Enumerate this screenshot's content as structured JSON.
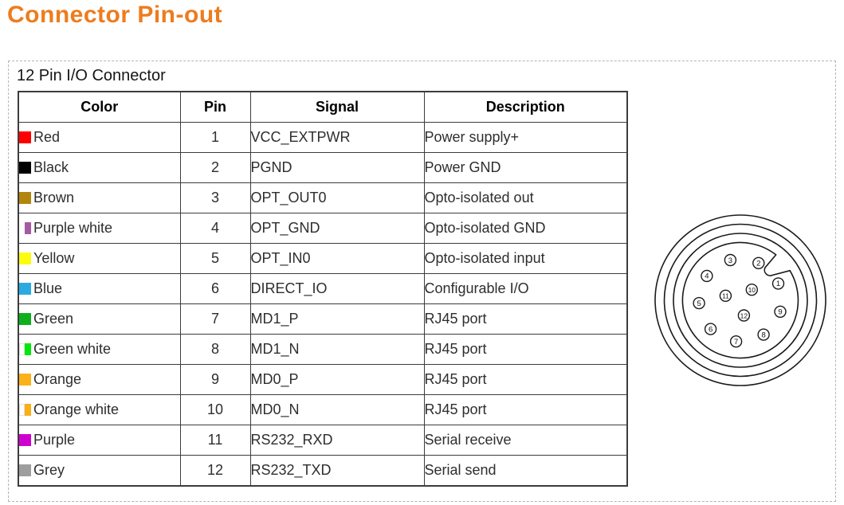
{
  "page": {
    "title": "Connector Pin-out"
  },
  "section": {
    "label": "12 Pin I/O Connector"
  },
  "colors": {
    "title_accent": "#ED7C1E",
    "table_border": "#3c3c3c"
  },
  "table": {
    "headers": [
      "Color",
      "Pin",
      "Signal",
      "Description"
    ],
    "rows": [
      {
        "color": {
          "name": "Red",
          "swatch": "solid",
          "hex": "#FF0000"
        },
        "pin": "1",
        "signal": "VCC_EXTPWR",
        "description": "Power supply+"
      },
      {
        "color": {
          "name": "Black",
          "swatch": "solid",
          "hex": "#000000"
        },
        "pin": "2",
        "signal": "PGND",
        "description": "Power GND"
      },
      {
        "color": {
          "name": "Brown",
          "swatch": "solid",
          "hex": "#B2860C"
        },
        "pin": "3",
        "signal": "OPT_OUT0",
        "description": "Opto-isolated out"
      },
      {
        "color": {
          "name": "Purple white",
          "swatch": "half-plain",
          "hex": "#A55AA4"
        },
        "pin": "4",
        "signal": "OPT_GND",
        "description": "Opto-isolated GND"
      },
      {
        "color": {
          "name": "Yellow",
          "swatch": "solid",
          "hex": "#FCFC0D"
        },
        "pin": "5",
        "signal": "OPT_IN0",
        "description": "Opto-isolated input"
      },
      {
        "color": {
          "name": "Blue",
          "swatch": "solid",
          "hex": "#29ABE2"
        },
        "pin": "6",
        "signal": "DIRECT_IO",
        "description": "Configurable I/O"
      },
      {
        "color": {
          "name": "Green",
          "swatch": "solid",
          "hex": "#0CB01D"
        },
        "pin": "7",
        "signal": "MD1_P",
        "description": "RJ45 port"
      },
      {
        "color": {
          "name": "Green white",
          "swatch": "half-outlined",
          "hex": "#03E80C"
        },
        "pin": "8",
        "signal": "MD1_N",
        "description": "RJ45 port"
      },
      {
        "color": {
          "name": "Orange",
          "swatch": "solid",
          "hex": "#FBB117"
        },
        "pin": "9",
        "signal": "MD0_P",
        "description": "RJ45 port"
      },
      {
        "color": {
          "name": "Orange white",
          "swatch": "half-outlined",
          "hex": "#F9AF16"
        },
        "pin": "10",
        "signal": "MD0_N",
        "description": "RJ45 port"
      },
      {
        "color": {
          "name": "Purple",
          "swatch": "solid",
          "hex": "#CE00CE"
        },
        "pin": "11",
        "signal": "RS232_RXD",
        "description": "Serial receive"
      },
      {
        "color": {
          "name": "Grey",
          "swatch": "solid",
          "hex": "#9E9E9E"
        },
        "pin": "12",
        "signal": "RS232_TXD",
        "description": "Serial send"
      }
    ]
  },
  "connector": {
    "pin_labels": [
      "1",
      "2",
      "3",
      "4",
      "5",
      "6",
      "7",
      "8",
      "9",
      "10",
      "11",
      "12"
    ]
  }
}
